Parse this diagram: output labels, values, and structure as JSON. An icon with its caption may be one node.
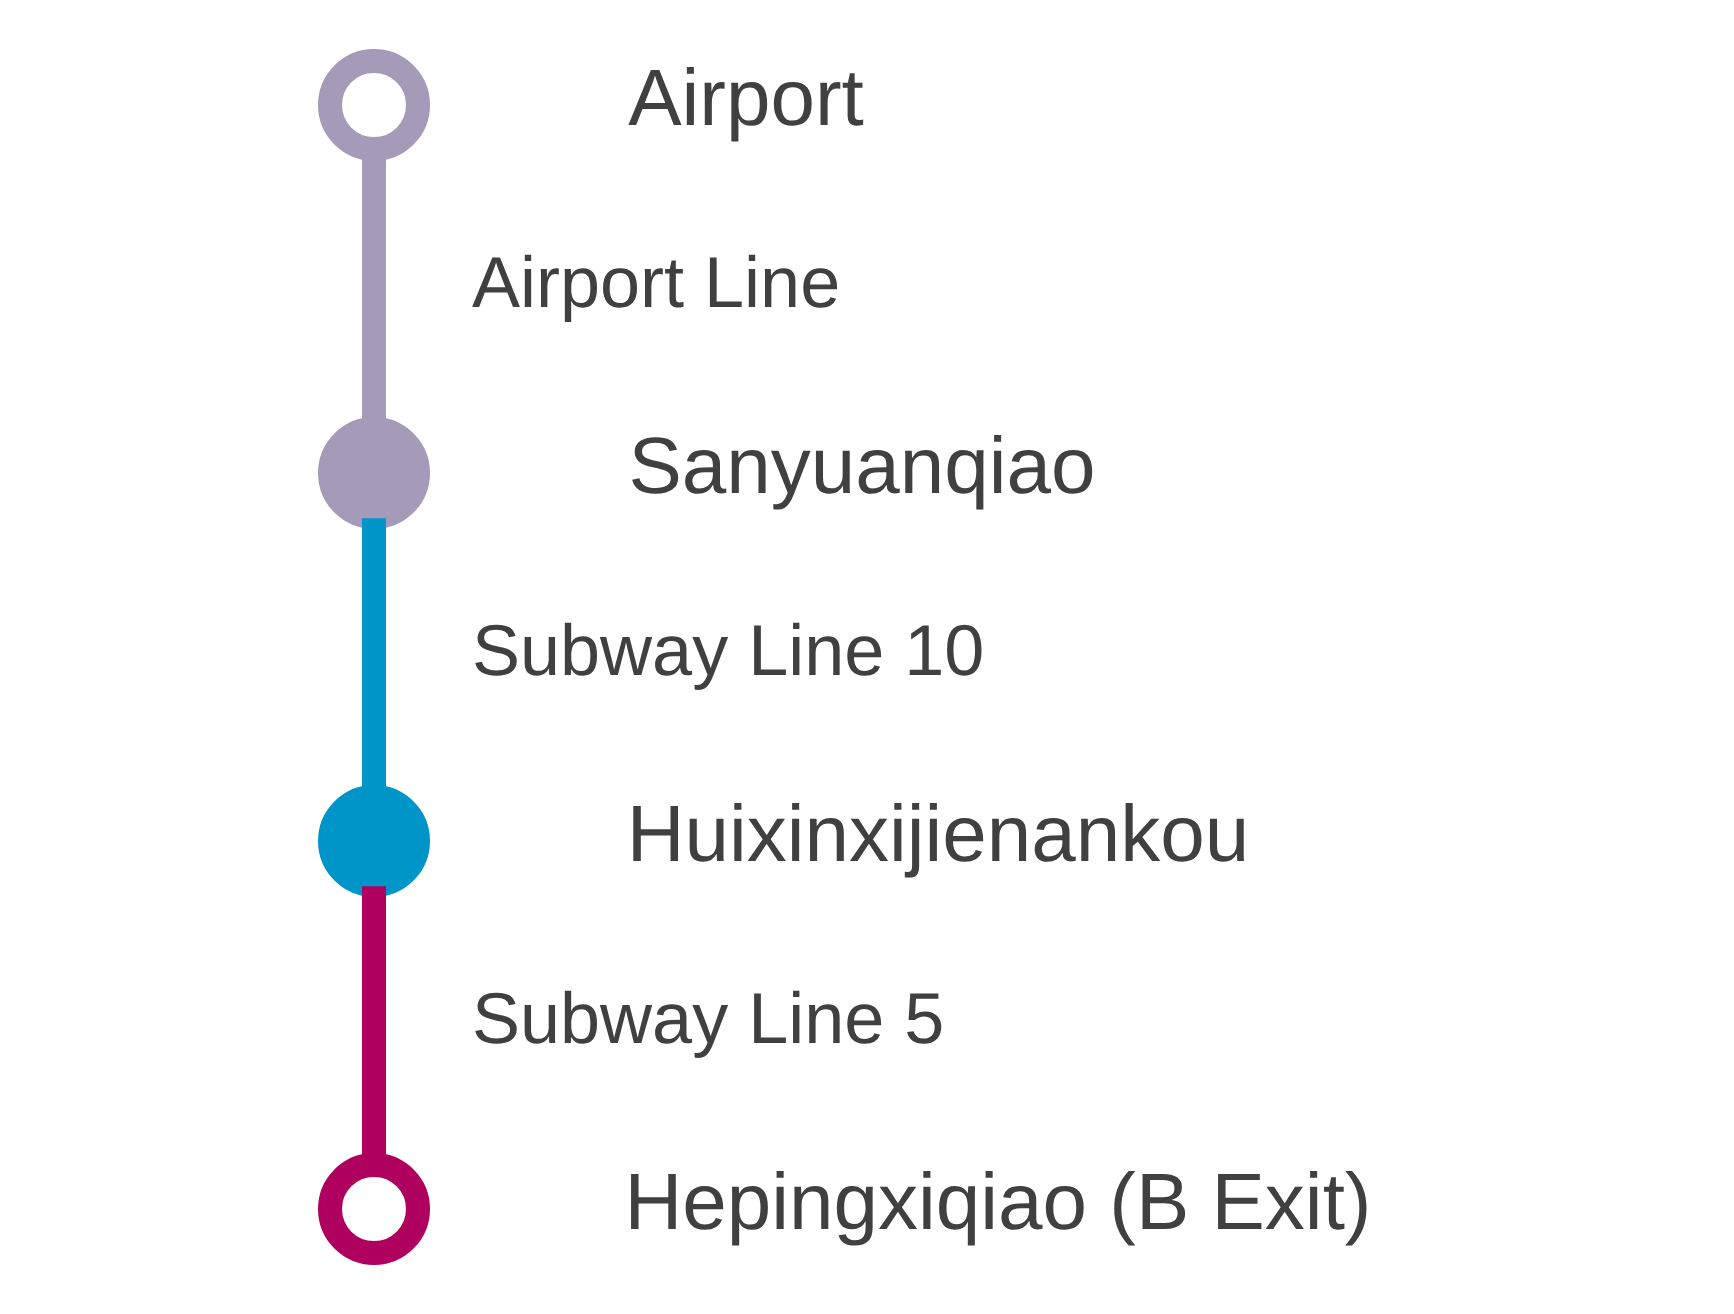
{
  "diagram": {
    "nodes": [
      {
        "text": [],
        "shape": "circle",
        "beside": [
          "Airport"
        ]
      },
      {
        "text": [],
        "shape": "circle",
        "beside": [
          "Sanyuanqiao"
        ]
      },
      {
        "text": [],
        "shape": "circle",
        "beside": [
          "Huixinxijienankou"
        ]
      },
      {
        "text": [],
        "shape": "circle",
        "beside": [
          "Hepingxiqiao (B Exit)"
        ]
      }
    ],
    "edges": [
      {
        "from": 0,
        "to": 1,
        "arrow": "none",
        "label": "Airport Line",
        "color": "#a39bb8"
      },
      {
        "from": 1,
        "to": 2,
        "arrow": "none",
        "label": "Subway Line 10",
        "color": "#0095c8"
      },
      {
        "from": 2,
        "to": 3,
        "arrow": "none",
        "label": "Subway Line 5",
        "color": "#b0005f"
      }
    ]
  }
}
